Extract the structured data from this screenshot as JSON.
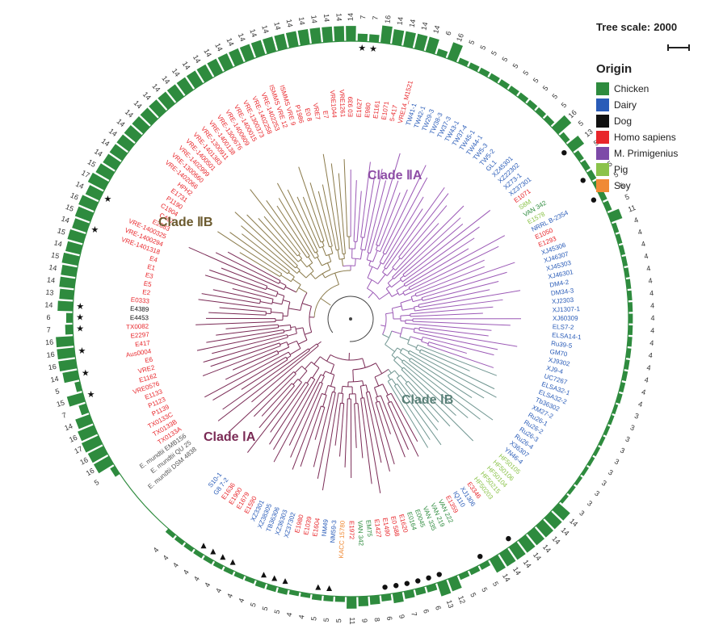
{
  "tree_scale": {
    "label": "Tree scale:",
    "value": "2000"
  },
  "legend": {
    "title": "Origin",
    "items": [
      {
        "label": "Chicken",
        "color": "#2e8b3e"
      },
      {
        "label": "Dairy",
        "color": "#2a5cb8"
      },
      {
        "label": "Dog",
        "color": "#111111"
      },
      {
        "label": "Homo sapiens",
        "color": "#e8262b"
      },
      {
        "label": "M. Primigenius",
        "color": "#7d4aa8"
      },
      {
        "label": "Pig",
        "color": "#8bc34a"
      },
      {
        "label": "Soy",
        "color": "#f08a36"
      }
    ]
  },
  "clades": [
    {
      "label": "Clade ⅡA",
      "color": "#8e4ea6"
    },
    {
      "label": "Clade ⅡB",
      "color": "#6b5a2e"
    },
    {
      "label": "Clade ⅠB",
      "color": "#5a8078"
    },
    {
      "label": "Clade ⅠA",
      "color": "#7a2a55"
    }
  ],
  "branch_colors": {
    "IIA": "#9b59b6",
    "IIB": "#8a7a4a",
    "IB": "#6f9590",
    "IA": "#7a2a55",
    "root": "#444444"
  },
  "leaves": [
    {
      "label": "E. mundtii DSM 4838",
      "origin": "Ref",
      "count": "",
      "marker": ""
    },
    {
      "label": "E. mundtii QU 25",
      "origin": "Ref",
      "count": "",
      "marker": ""
    },
    {
      "label": "E. mundtii EMB156",
      "origin": "Ref",
      "count": "",
      "marker": ""
    },
    {
      "label": "TX0133A",
      "origin": "Homo sapiens",
      "count": "5",
      "marker": ""
    },
    {
      "label": "TX0133B",
      "origin": "Homo sapiens",
      "count": "16",
      "marker": ""
    },
    {
      "label": "TX0133C",
      "origin": "Homo sapiens",
      "count": "16",
      "marker": ""
    },
    {
      "label": "P1139",
      "origin": "Homo sapiens",
      "count": "17",
      "marker": ""
    },
    {
      "label": "P1123",
      "origin": "Homo sapiens",
      "count": "16",
      "marker": ""
    },
    {
      "label": "E1133",
      "origin": "Homo sapiens",
      "count": "14",
      "marker": ""
    },
    {
      "label": "VRE0576",
      "origin": "Homo sapiens",
      "count": "7",
      "marker": ""
    },
    {
      "label": "E1162",
      "origin": "Homo sapiens",
      "count": "15",
      "marker": "star"
    },
    {
      "label": "VRE2",
      "origin": "Homo sapiens",
      "count": "5",
      "marker": ""
    },
    {
      "label": "E6",
      "origin": "Homo sapiens",
      "count": "14",
      "marker": "star"
    },
    {
      "label": "Aus0004",
      "origin": "Homo sapiens",
      "count": "16",
      "marker": ""
    },
    {
      "label": "E417",
      "origin": "Homo sapiens",
      "count": "16",
      "marker": "star"
    },
    {
      "label": "E2297",
      "origin": "Homo sapiens",
      "count": "16",
      "marker": ""
    },
    {
      "label": "TX0082",
      "origin": "Homo sapiens",
      "count": "7",
      "marker": "star"
    },
    {
      "label": "E4453",
      "origin": "Dog",
      "count": "6",
      "marker": "star"
    },
    {
      "label": "E4389",
      "origin": "Dog",
      "count": "14",
      "marker": "star"
    },
    {
      "label": "E0333",
      "origin": "Homo sapiens",
      "count": "13",
      "marker": ""
    },
    {
      "label": "E2",
      "origin": "Homo sapiens",
      "count": "14",
      "marker": ""
    },
    {
      "label": "E5",
      "origin": "Homo sapiens",
      "count": "14",
      "marker": ""
    },
    {
      "label": "E3",
      "origin": "Homo sapiens",
      "count": "15",
      "marker": ""
    },
    {
      "label": "E1",
      "origin": "Homo sapiens",
      "count": "14",
      "marker": ""
    },
    {
      "label": "E4",
      "origin": "Homo sapiens",
      "count": "15",
      "marker": ""
    },
    {
      "label": "VRE-1401318",
      "origin": "Homo sapiens",
      "count": "14",
      "marker": "star"
    },
    {
      "label": "VRE-1400294",
      "origin": "Homo sapiens",
      "count": "15",
      "marker": ""
    },
    {
      "label": "VRE-1400325",
      "origin": "Homo sapiens",
      "count": "16",
      "marker": ""
    },
    {
      "label": "E2883",
      "origin": "Homo sapiens",
      "count": "14",
      "marker": "star"
    },
    {
      "label": "C497",
      "origin": "Homo sapiens",
      "count": "17",
      "marker": ""
    },
    {
      "label": "C1904",
      "origin": "Homo sapiens",
      "count": "15",
      "marker": ""
    },
    {
      "label": "P1190",
      "origin": "Homo sapiens",
      "count": "14",
      "marker": ""
    },
    {
      "label": "E1731",
      "origin": "Homo sapiens",
      "count": "14",
      "marker": ""
    },
    {
      "label": "HPH2",
      "origin": "Homo sapiens",
      "count": "14",
      "marker": ""
    },
    {
      "label": "VRE-1402066",
      "origin": "Homo sapiens",
      "count": "14",
      "marker": ""
    },
    {
      "label": "VRE-1300660",
      "origin": "Homo sapiens",
      "count": "14",
      "marker": ""
    },
    {
      "label": "VRE-1402999",
      "origin": "Homo sapiens",
      "count": "14",
      "marker": ""
    },
    {
      "label": "VRE-1400501",
      "origin": "Homo sapiens",
      "count": "14",
      "marker": ""
    },
    {
      "label": "VRE-1401383",
      "origin": "Homo sapiens",
      "count": "14",
      "marker": ""
    },
    {
      "label": "VRE-1300911",
      "origin": "Homo sapiens",
      "count": "14",
      "marker": ""
    },
    {
      "label": "VRE-1400138",
      "origin": "Homo sapiens",
      "count": "14",
      "marker": ""
    },
    {
      "label": "VRE-1300676",
      "origin": "Homo sapiens",
      "count": "14",
      "marker": ""
    },
    {
      "label": "VRE-1400609",
      "origin": "Homo sapiens",
      "count": "14",
      "marker": ""
    },
    {
      "label": "VRE-1400015",
      "origin": "Homo sapiens",
      "count": "14",
      "marker": ""
    },
    {
      "label": "VRE-1300373",
      "origin": "Homo sapiens",
      "count": "14",
      "marker": ""
    },
    {
      "label": "VRE-1402258",
      "origin": "Homo sapiens",
      "count": "14",
      "marker": ""
    },
    {
      "label": "VRE-1402253",
      "origin": "Homo sapiens",
      "count": "14",
      "marker": ""
    },
    {
      "label": "ISMMS VRE 12",
      "origin": "Homo sapiens",
      "count": "14",
      "marker": ""
    },
    {
      "label": "ISMMS VRE 9",
      "origin": "Homo sapiens",
      "count": "14",
      "marker": ""
    },
    {
      "label": "P1986",
      "origin": "Homo sapiens",
      "count": "14",
      "marker": ""
    },
    {
      "label": "E0 8",
      "origin": "Homo sapiens",
      "count": "14",
      "marker": ""
    },
    {
      "label": "VRE7",
      "origin": "Homo sapiens",
      "count": "14",
      "marker": ""
    },
    {
      "label": "E7",
      "origin": "Homo sapiens",
      "count": "14",
      "marker": ""
    },
    {
      "label": "VRE1044",
      "origin": "Homo sapiens",
      "count": "14",
      "marker": ""
    },
    {
      "label": "VRE1261",
      "origin": "Homo sapiens",
      "count": "14",
      "marker": ""
    },
    {
      "label": "E0 939",
      "origin": "Homo sapiens",
      "count": "14",
      "marker": ""
    },
    {
      "label": "E1627",
      "origin": "Homo sapiens",
      "count": "7",
      "marker": "star"
    },
    {
      "label": "E980",
      "origin": "Homo sapiens",
      "count": "7",
      "marker": "star"
    },
    {
      "label": "E1161",
      "origin": "Homo sapiens",
      "count": "16",
      "marker": ""
    },
    {
      "label": "E1071",
      "origin": "Homo sapiens",
      "count": "14",
      "marker": ""
    },
    {
      "label": "5-417",
      "origin": "Homo sapiens",
      "count": "14",
      "marker": ""
    },
    {
      "label": "VRE14_M1521",
      "origin": "Homo sapiens",
      "count": "14",
      "marker": ""
    },
    {
      "label": "TW41-1",
      "origin": "Dairy",
      "count": "14",
      "marker": ""
    },
    {
      "label": "TW42-1",
      "origin": "Dairy",
      "count": "6",
      "marker": ""
    },
    {
      "label": "TW29-3",
      "origin": "Dairy",
      "count": "16",
      "marker": ""
    },
    {
      "label": "TW38-3",
      "origin": "Dairy",
      "count": "5",
      "marker": ""
    },
    {
      "label": "TW37-3",
      "origin": "Dairy",
      "count": "5",
      "marker": ""
    },
    {
      "label": "TW43-1",
      "origin": "Dairy",
      "count": "5",
      "marker": ""
    },
    {
      "label": "TW37-4",
      "origin": "Dairy",
      "count": "5",
      "marker": ""
    },
    {
      "label": "TW45-1",
      "origin": "Dairy",
      "count": "5",
      "marker": ""
    },
    {
      "label": "TW44-1",
      "origin": "Dairy",
      "count": "5",
      "marker": ""
    },
    {
      "label": "TW5-3",
      "origin": "Dairy",
      "count": "5",
      "marker": ""
    },
    {
      "label": "TW5-2",
      "origin": "Dairy",
      "count": "5",
      "marker": ""
    },
    {
      "label": "GL1",
      "origin": "Dairy",
      "count": "5",
      "marker": ""
    },
    {
      "label": "XZ45301",
      "origin": "Dairy",
      "count": "5",
      "marker": ""
    },
    {
      "label": "XZ22302",
      "origin": "Dairy",
      "count": "16",
      "marker": ""
    },
    {
      "label": "XZ73-1",
      "origin": "Dairy",
      "count": "5",
      "marker": ""
    },
    {
      "label": "XZ37301",
      "origin": "Dairy",
      "count": "13",
      "marker": "dot"
    },
    {
      "label": "E1071",
      "origin": "Homo sapiens",
      "count": "5",
      "marker": ""
    },
    {
      "label": "S8M",
      "origin": "Pig",
      "count": "5",
      "marker": ""
    },
    {
      "label": "VAN 342",
      "origin": "Chicken",
      "count": "5",
      "marker": "dot"
    },
    {
      "label": "E1578",
      "origin": "Pig",
      "count": "5",
      "marker": ""
    },
    {
      "label": "NRRL B-2354",
      "origin": "Dairy",
      "count": "5",
      "marker": "dot"
    },
    {
      "label": "E1050",
      "origin": "Homo sapiens",
      "count": "5",
      "marker": ""
    },
    {
      "label": "E1293",
      "origin": "Homo sapiens",
      "count": "11",
      "marker": ""
    },
    {
      "label": "XJ45306",
      "origin": "Dairy",
      "count": "4",
      "marker": ""
    },
    {
      "label": "XJ46307",
      "origin": "Dairy",
      "count": "4",
      "marker": ""
    },
    {
      "label": "XJ45303",
      "origin": "Dairy",
      "count": "4",
      "marker": ""
    },
    {
      "label": "XJ46301",
      "origin": "Dairy",
      "count": "4",
      "marker": ""
    },
    {
      "label": "DM4-2",
      "origin": "Dairy",
      "count": "4",
      "marker": ""
    },
    {
      "label": "DM34-3",
      "origin": "Dairy",
      "count": "4",
      "marker": ""
    },
    {
      "label": "XJ2303",
      "origin": "Dairy",
      "count": "4",
      "marker": ""
    },
    {
      "label": "XJ1307-1",
      "origin": "Dairy",
      "count": "4",
      "marker": ""
    },
    {
      "label": "XJ60309",
      "origin": "Dairy",
      "count": "4",
      "marker": ""
    },
    {
      "label": "ELS7-2",
      "origin": "Dairy",
      "count": "4",
      "marker": ""
    },
    {
      "label": "ELSA14-1",
      "origin": "Dairy",
      "count": "4",
      "marker": ""
    },
    {
      "label": "Ru39-5",
      "origin": "Dairy",
      "count": "4",
      "marker": ""
    },
    {
      "label": "GM70",
      "origin": "Dairy",
      "count": "4",
      "marker": ""
    },
    {
      "label": "XJ9302",
      "origin": "Dairy",
      "count": "4",
      "marker": ""
    },
    {
      "label": "XJ9-4",
      "origin": "Dairy",
      "count": "4",
      "marker": ""
    },
    {
      "label": "UC7267",
      "origin": "Dairy",
      "count": "4",
      "marker": ""
    },
    {
      "label": "ELSA32-1",
      "origin": "Dairy",
      "count": "3",
      "marker": ""
    },
    {
      "label": "ELSA32-2",
      "origin": "Dairy",
      "count": "3",
      "marker": ""
    },
    {
      "label": "Tb36302",
      "origin": "Dairy",
      "count": "3",
      "marker": ""
    },
    {
      "label": "XM27-2",
      "origin": "Dairy",
      "count": "3",
      "marker": ""
    },
    {
      "label": "Ru26-1",
      "origin": "Dairy",
      "count": "3",
      "marker": ""
    },
    {
      "label": "Ru26-2",
      "origin": "Dairy",
      "count": "3",
      "marker": ""
    },
    {
      "label": "Ru26-3",
      "origin": "Dairy",
      "count": "3",
      "marker": ""
    },
    {
      "label": "Ru26-4",
      "origin": "Dairy",
      "count": "3",
      "marker": ""
    },
    {
      "label": "X36307",
      "origin": "Dairy",
      "count": "3",
      "marker": ""
    },
    {
      "label": "YN46-4",
      "origin": "Dairy",
      "count": "3",
      "marker": ""
    },
    {
      "label": "HF50105",
      "origin": "Pig",
      "count": "14",
      "marker": ""
    },
    {
      "label": "HF50106",
      "origin": "Pig",
      "count": "14",
      "marker": ""
    },
    {
      "label": "HF50104",
      "origin": "Pig",
      "count": "14",
      "marker": ""
    },
    {
      "label": "HF50215",
      "origin": "Pig",
      "count": "14",
      "marker": ""
    },
    {
      "label": "HF50203",
      "origin": "Pig",
      "count": "14",
      "marker": ""
    },
    {
      "label": "E3346",
      "origin": "Homo sapiens",
      "count": "14",
      "marker": "dot"
    },
    {
      "label": "XJ1306",
      "origin": "Dairy",
      "count": "14",
      "marker": ""
    },
    {
      "label": "IQ110",
      "origin": "Dairy",
      "count": "14",
      "marker": ""
    },
    {
      "label": "E1359",
      "origin": "Homo sapiens",
      "count": "5",
      "marker": "dot"
    },
    {
      "label": "VAN 222",
      "origin": "Chicken",
      "count": "5",
      "marker": ""
    },
    {
      "label": "VAN 219",
      "origin": "Chicken",
      "count": "5",
      "marker": ""
    },
    {
      "label": "VAN 335",
      "origin": "Chicken",
      "count": "12",
      "marker": ""
    },
    {
      "label": "E0045",
      "origin": "Chicken",
      "count": "13",
      "marker": "dot"
    },
    {
      "label": "E0164",
      "origin": "Chicken",
      "count": "6",
      "marker": "dot"
    },
    {
      "label": "E1620",
      "origin": "Homo sapiens",
      "count": "6",
      "marker": "dot"
    },
    {
      "label": "E0 588",
      "origin": "Homo sapiens",
      "count": "7",
      "marker": "dot"
    },
    {
      "label": "E1490",
      "origin": "Homo sapiens",
      "count": "9",
      "marker": "dot"
    },
    {
      "label": "E1427",
      "origin": "Homo sapiens",
      "count": "6",
      "marker": "dot"
    },
    {
      "label": "EM75",
      "origin": "Chicken",
      "count": "8",
      "marker": ""
    },
    {
      "label": "VAN 342",
      "origin": "Chicken",
      "count": "9",
      "marker": ""
    },
    {
      "label": "E1972",
      "origin": "Homo sapiens",
      "count": "11",
      "marker": ""
    },
    {
      "label": "KACC 15780",
      "origin": "Soy",
      "count": "5",
      "marker": ""
    },
    {
      "label": "NM59-3",
      "origin": "Dairy",
      "count": "5",
      "marker": "triangle"
    },
    {
      "label": "NM49",
      "origin": "Dairy",
      "count": "5",
      "marker": "triangle"
    },
    {
      "label": "E1604",
      "origin": "Homo sapiens",
      "count": "4",
      "marker": ""
    },
    {
      "label": "E1039",
      "origin": "Homo sapiens",
      "count": "4",
      "marker": ""
    },
    {
      "label": "E1980",
      "origin": "Homo sapiens",
      "count": "5",
      "marker": "triangle"
    },
    {
      "label": "XZ37302",
      "origin": "Dairy",
      "count": "5",
      "marker": "triangle"
    },
    {
      "label": "XZ36303",
      "origin": "Dairy",
      "count": "5",
      "marker": "triangle"
    },
    {
      "label": "TB36306",
      "origin": "Dairy",
      "count": "4",
      "marker": ""
    },
    {
      "label": "XZ38305",
      "origin": "Dairy",
      "count": "4",
      "marker": ""
    },
    {
      "label": "XZ3301",
      "origin": "Dairy",
      "count": "4",
      "marker": "triangle"
    },
    {
      "label": "E1590",
      "origin": "Homo sapiens",
      "count": "4",
      "marker": "triangle"
    },
    {
      "label": "E1679",
      "origin": "Homo sapiens",
      "count": "4",
      "marker": "triangle"
    },
    {
      "label": "E1900",
      "origin": "Homo sapiens",
      "count": "4",
      "marker": "triangle"
    },
    {
      "label": "E1636",
      "origin": "Homo sapiens",
      "count": "4",
      "marker": ""
    },
    {
      "label": "G8 7-2",
      "origin": "Dairy",
      "count": "4",
      "marker": ""
    },
    {
      "label": "S10-1",
      "origin": "Dairy",
      "count": "4",
      "marker": ""
    }
  ]
}
